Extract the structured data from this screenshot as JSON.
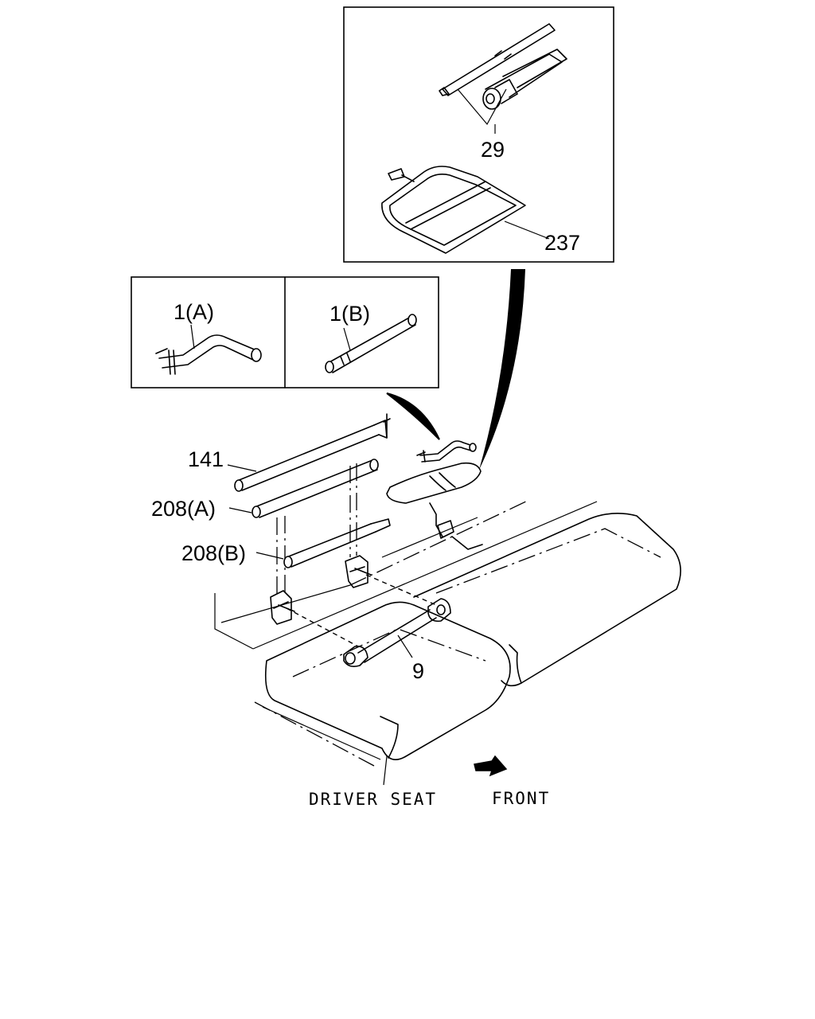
{
  "labels": {
    "part_29": "29",
    "part_237": "237",
    "part_1a": "1(A)",
    "part_1b": "1(B)",
    "part_141": "141",
    "part_208a": "208(A)",
    "part_208b": "208(B)",
    "part_9": "9",
    "driver_seat": "DRIVER SEAT",
    "front": "FRONT"
  },
  "icons": {
    "front_arrow": "arrow-right-down-icon"
  }
}
